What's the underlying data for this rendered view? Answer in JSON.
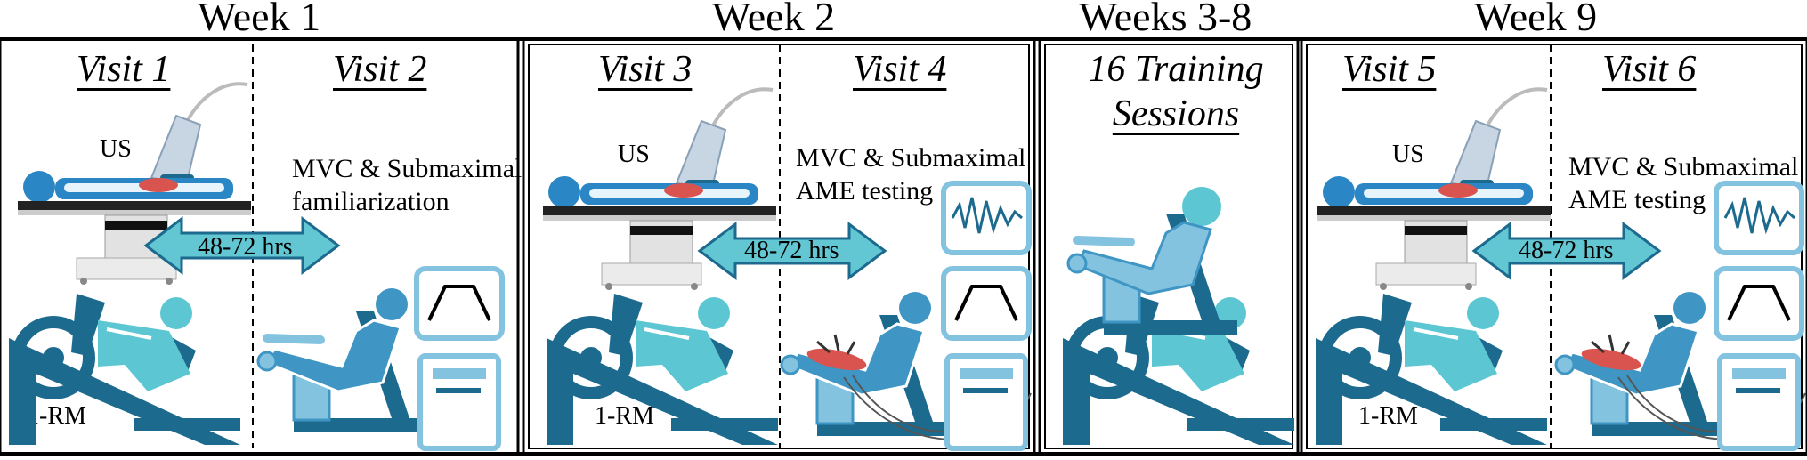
{
  "weeks": [
    {
      "label": "Week 1"
    },
    {
      "label": "Week 2"
    },
    {
      "label": "Weeks 3-8"
    },
    {
      "label": "Week 9"
    }
  ],
  "visits": {
    "v1": "Visit 1",
    "v2": "Visit 2",
    "v3": "Visit 3",
    "v4": "Visit 4",
    "v5": "Visit 5",
    "v6": "Visit 6"
  },
  "training": {
    "line1": "16 Training",
    "line2": "Sessions"
  },
  "notes": {
    "us": "US",
    "familiarization_1": "MVC & Submaximal",
    "familiarization_2": "familiarization",
    "testing_1": "MVC & Submaximal",
    "testing_2": "AME testing",
    "one_rm": "1-RM"
  },
  "interval": "48-72 hrs",
  "colors": {
    "dark_blue": "#1c6a8e",
    "mid_blue": "#3f96c4",
    "light_blue": "#84c3e0",
    "teal": "#5cc7d3",
    "arrow_fill": "#63c6d3",
    "muscle_red": "#d9534f"
  }
}
